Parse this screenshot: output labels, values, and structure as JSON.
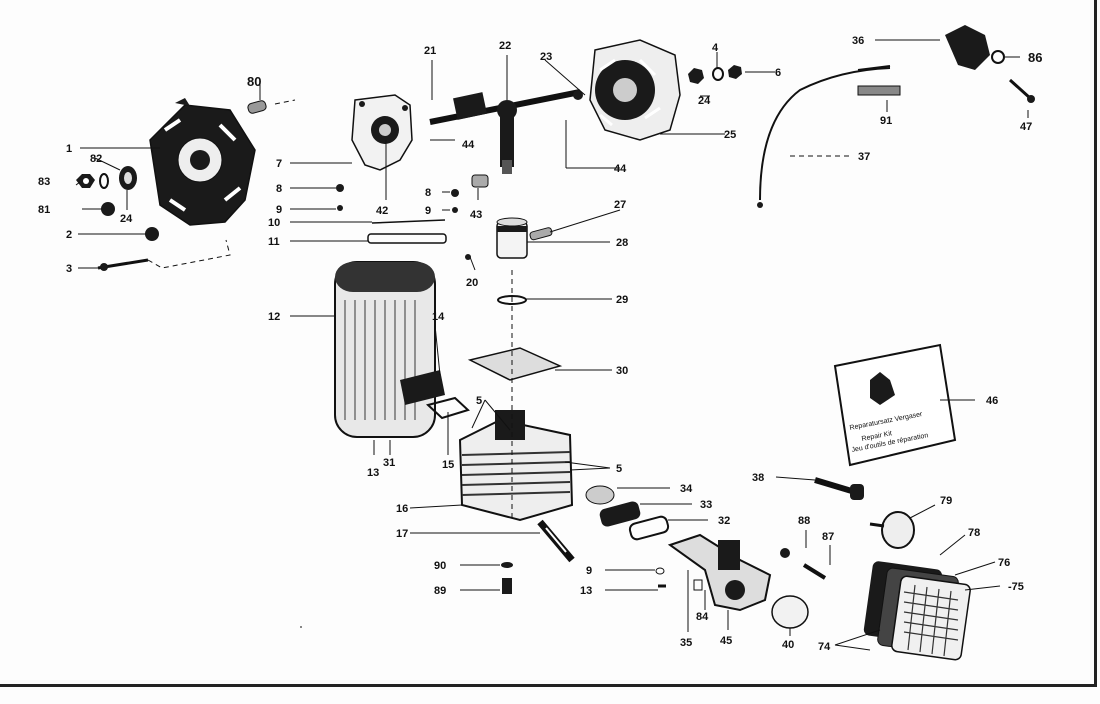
{
  "parts": {
    "p1": "1",
    "p2": "2",
    "p3": "3",
    "p4": "4",
    "p5a": "5",
    "p5b": "5",
    "p6": "6",
    "p7": "7",
    "p8a": "8",
    "p8b": "8",
    "p9a": "9",
    "p9b": "9",
    "p9c": "9",
    "p10": "10",
    "p11": "11",
    "p12": "12",
    "p13a": "13",
    "p13b": "13",
    "p14": "14",
    "p15": "15",
    "p16": "16",
    "p17": "17",
    "p20": "20",
    "p21": "21",
    "p22": "22",
    "p23": "23",
    "p24a": "24",
    "p24b": "24",
    "p25": "25",
    "p27": "27",
    "p28": "28",
    "p29": "29",
    "p30": "30",
    "p31": "31",
    "p32": "32",
    "p33": "33",
    "p34": "34",
    "p35": "35",
    "p36": "36",
    "p37": "37",
    "p38": "38",
    "p40": "40",
    "p42": "42",
    "p43": "43",
    "p44a": "44",
    "p44b": "44",
    "p45": "45",
    "p46": "46",
    "p47": "47",
    "p74": "74",
    "p75": "-75",
    "p76": "76",
    "p78": "78",
    "p79": "79",
    "p80": "80",
    "p81": "81",
    "p82": "82",
    "p83": "83",
    "p84": "84",
    "p86": "86",
    "p87": "87",
    "p88": "88",
    "p89": "89",
    "p90": "90",
    "p91": "91"
  },
  "kit_box": {
    "line1": "Reparatursatz Vergaser",
    "line2": "Repair Kit",
    "line3": "Jeu d'outils de réparation"
  }
}
